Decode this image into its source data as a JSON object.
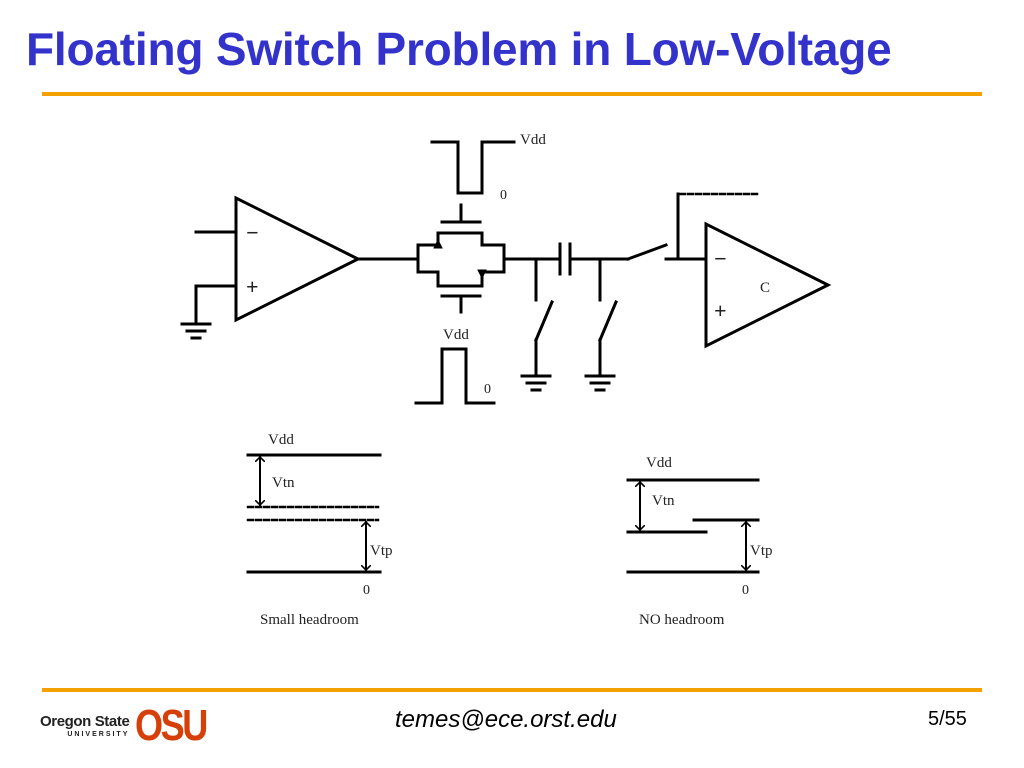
{
  "slide": {
    "title": "Floating Switch Problem in Low-Voltage",
    "footer_email": "temes@ece.orst.edu",
    "page_number": "5/55"
  },
  "logo": {
    "name": "Oregon State",
    "subtitle": "UNIVERSITY",
    "mark": "OSU"
  },
  "colors": {
    "title": "#3333cc",
    "rule": "#f4a000",
    "logo_mark": "#d73f09"
  },
  "circuit": {
    "opamp_left_minus": "−",
    "opamp_left_plus": "+",
    "opamp_right_minus": "−",
    "opamp_right_plus": "+",
    "opamp_right_label": "C",
    "clock_top_high": "Vdd",
    "clock_top_low": "0",
    "clock_bottom_high": "Vdd",
    "clock_bottom_low": "0"
  },
  "headroom_small": {
    "top_label": "Vdd",
    "vtn_label": "Vtn",
    "vtp_label": "Vtp",
    "bottom_label": "0",
    "caption": "Small headroom"
  },
  "headroom_none": {
    "top_label": "Vdd",
    "vtn_label": "Vtn",
    "vtp_label": "Vtp",
    "bottom_label": "0",
    "caption": "NO headroom"
  }
}
